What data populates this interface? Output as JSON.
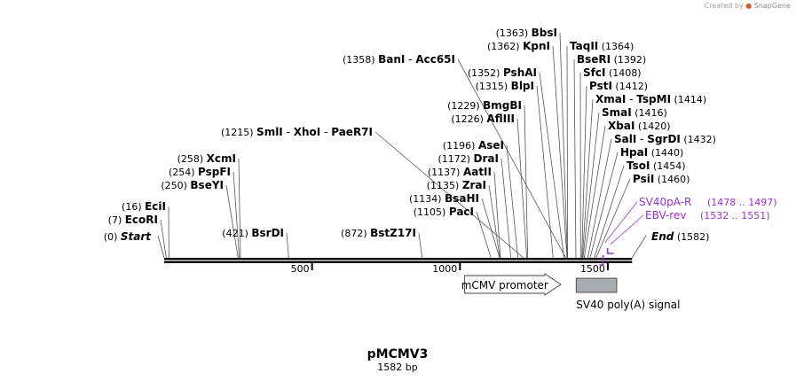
{
  "credit": {
    "prefix": "Created by",
    "brand": "SnapGene",
    "icon": "snapgene-logo-icon"
  },
  "plasmid": {
    "name": "pMCMV3",
    "length_label": "1582 bp",
    "length": 1582
  },
  "ends": [
    {
      "label": "Start",
      "pos_label": "(0)",
      "bp": 0
    },
    {
      "label": "End",
      "pos_label": "(1582)",
      "bp": 1582
    }
  ],
  "ticks": [
    {
      "bp": 500,
      "label": "500"
    },
    {
      "bp": 1000,
      "label": "1000"
    },
    {
      "bp": 1500,
      "label": "1500"
    }
  ],
  "sites": [
    {
      "names": [
        "EcoRI"
      ],
      "pos_label": "(7)",
      "bp": 7
    },
    {
      "names": [
        "EciI"
      ],
      "pos_label": "(16)",
      "bp": 16
    },
    {
      "names": [
        "BseYI"
      ],
      "pos_label": "(250)",
      "bp": 250
    },
    {
      "names": [
        "PspFI"
      ],
      "pos_label": "(254)",
      "bp": 254
    },
    {
      "names": [
        "XcmI"
      ],
      "pos_label": "(258)",
      "bp": 258
    },
    {
      "names": [
        "BsrDI"
      ],
      "pos_label": "(421)",
      "bp": 421
    },
    {
      "names": [
        "BstZ17I"
      ],
      "pos_label": "(872)",
      "bp": 872
    },
    {
      "names": [
        "PacI"
      ],
      "pos_label": "(1105)",
      "bp": 1105
    },
    {
      "names": [
        "BsaHI"
      ],
      "pos_label": "(1134)",
      "bp": 1134
    },
    {
      "names": [
        "ZraI"
      ],
      "pos_label": "(1135)",
      "bp": 1135
    },
    {
      "names": [
        "AatII"
      ],
      "pos_label": "(1137)",
      "bp": 1137
    },
    {
      "names": [
        "DraI"
      ],
      "pos_label": "(1172)",
      "bp": 1172
    },
    {
      "names": [
        "AseI"
      ],
      "pos_label": "(1196)",
      "bp": 1196
    },
    {
      "names": [
        "SmlI",
        "XhoI",
        "PaeR7I"
      ],
      "pos_label": "(1215)",
      "bp": 1215
    },
    {
      "names": [
        "AflIII"
      ],
      "pos_label": "(1226)",
      "bp": 1226
    },
    {
      "names": [
        "BmgBI"
      ],
      "pos_label": "(1229)",
      "bp": 1229
    },
    {
      "names": [
        "BlpI"
      ],
      "pos_label": "(1315)",
      "bp": 1315
    },
    {
      "names": [
        "PshAI"
      ],
      "pos_label": "(1352)",
      "bp": 1352
    },
    {
      "names": [
        "BanI",
        "Acc65I"
      ],
      "pos_label": "(1358)",
      "bp": 1358
    },
    {
      "names": [
        "KpnI"
      ],
      "pos_label": "(1362)",
      "bp": 1362
    },
    {
      "names": [
        "BbsI"
      ],
      "pos_label": "(1363)",
      "bp": 1363
    },
    {
      "names": [
        "TaqII"
      ],
      "pos_label": "(1364)",
      "bp": 1364
    },
    {
      "names": [
        "BseRI"
      ],
      "pos_label": "(1392)",
      "bp": 1392
    },
    {
      "names": [
        "SfcI"
      ],
      "pos_label": "(1408)",
      "bp": 1408
    },
    {
      "names": [
        "PstI"
      ],
      "pos_label": "(1412)",
      "bp": 1412
    },
    {
      "names": [
        "XmaI",
        "TspMI"
      ],
      "pos_label": "(1414)",
      "bp": 1414
    },
    {
      "names": [
        "SmaI"
      ],
      "pos_label": "(1416)",
      "bp": 1416
    },
    {
      "names": [
        "XbaI"
      ],
      "pos_label": "(1420)",
      "bp": 1420
    },
    {
      "names": [
        "SalI",
        "SgrDI"
      ],
      "pos_label": "(1432)",
      "bp": 1432
    },
    {
      "names": [
        "HpaI"
      ],
      "pos_label": "(1440)",
      "bp": 1440
    },
    {
      "names": [
        "TsoI"
      ],
      "pos_label": "(1454)",
      "bp": 1454
    },
    {
      "names": [
        "PsiI"
      ],
      "pos_label": "(1460)",
      "bp": 1460
    }
  ],
  "primers": [
    {
      "name": "SV40pA-R",
      "range_label": "(1478 .. 1497)",
      "start": 1478,
      "end": 1497,
      "direction": "reverse"
    },
    {
      "name": "EBV-rev",
      "range_label": "(1532 .. 1551)",
      "start": 1532,
      "end": 1551,
      "direction": "reverse"
    }
  ],
  "features": [
    {
      "name": "mCMV promoter",
      "start": 1055,
      "end": 1380,
      "type": "promoter",
      "color": "#ffffff"
    },
    {
      "name": "SV40 poly(A) signal",
      "start": 1435,
      "end": 1590,
      "type": "polyA_signal",
      "color": "#a8abb2"
    }
  ],
  "colors": {
    "backbone": "#000000",
    "primer": "#9b30d0",
    "connector": "#555555"
  }
}
